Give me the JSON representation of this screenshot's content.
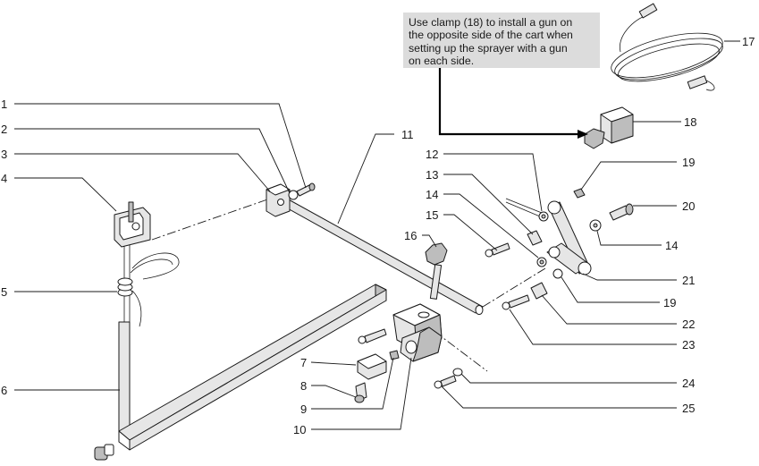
{
  "note": {
    "lines": [
      "Use clamp (18) to install a gun on",
      "the opposite side of the cart when",
      "setting up the sprayer with a gun",
      "on each side."
    ]
  },
  "callouts": {
    "c1": "1",
    "c2": "2",
    "c3": "3",
    "c4": "4",
    "c5": "5",
    "c6": "6",
    "c7": "7",
    "c8": "8",
    "c9": "9",
    "c10": "10",
    "c11": "11",
    "c12": "12",
    "c13": "13",
    "c14a": "14",
    "c15": "15",
    "c16": "16",
    "c17": "17",
    "c18": "18",
    "c19a": "19",
    "c20": "20",
    "c14b": "14",
    "c21": "21",
    "c19b": "19",
    "c22": "22",
    "c23": "23",
    "c24": "24",
    "c25": "25"
  }
}
